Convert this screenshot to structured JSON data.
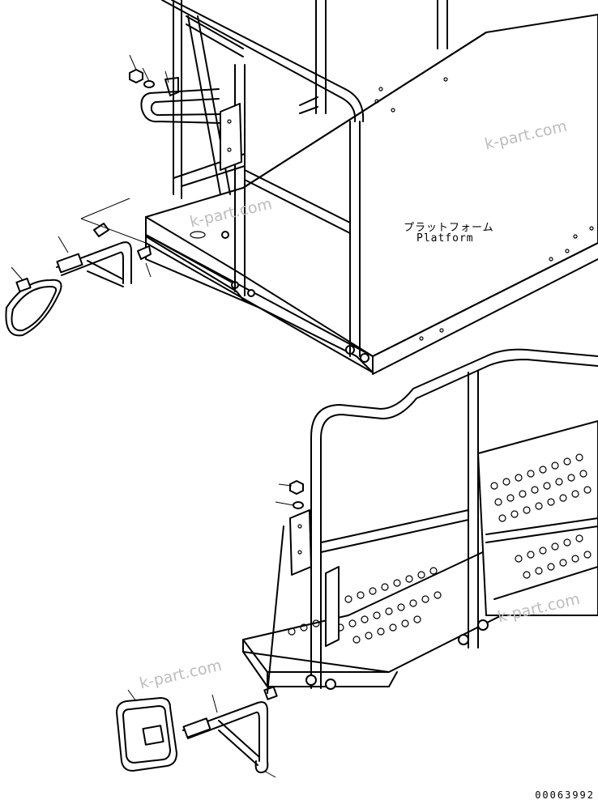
{
  "labels": {
    "platform_jp": "プラットフォーム",
    "platform_en": "Platform"
  },
  "watermarks": [
    "k-part.com",
    "k-part.com",
    "k-part.com",
    "k-part.com"
  ],
  "document_id": "00063992"
}
